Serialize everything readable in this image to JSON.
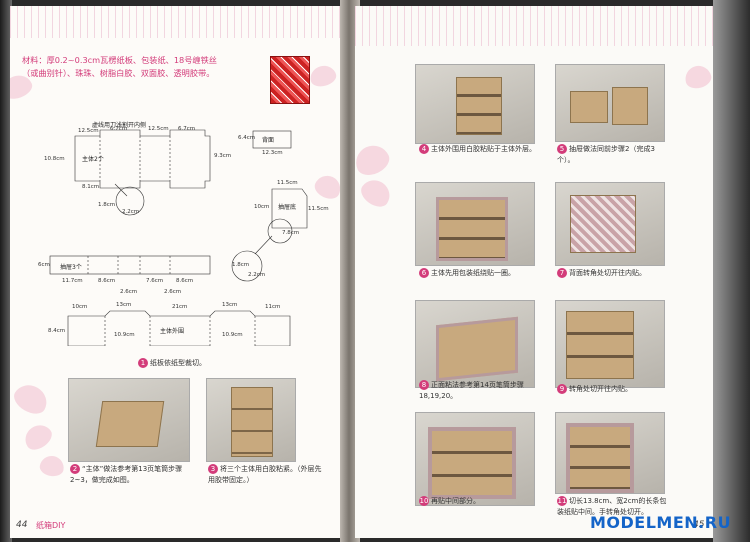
{
  "left_page": {
    "materials": "材料：厚0.2~0.3cm瓦楞纸板、包装纸、18号缠铁丝（或曲别针）、珠珠、树脂白胶、双面胶、透明胶带。",
    "template_main_title": "虚线用刀浅割开内侧",
    "dims_top": [
      "12.5cm",
      "6.7cm",
      "12.5cm",
      "6.7cm"
    ],
    "dim_left_height": "10.8cm",
    "dim_right_height": "9.3cm",
    "dim_bottom": "8.1cm",
    "label_main2": "主体2个",
    "zoom_dims": [
      "1.8cm",
      "2.2cm"
    ],
    "back_panel": {
      "label": "背面",
      "width": "12.3cm",
      "height": "6.4cm"
    },
    "drawer_bottom": {
      "label": "抽屉底",
      "width": "11.5cm",
      "height_left": "10cm",
      "height_right": "11.5cm",
      "bottom": "7.8cm",
      "zoom": [
        "1.8cm",
        "2.2cm"
      ]
    },
    "drawer3": {
      "label": "抽屉3个",
      "height": "6cm",
      "dims_bottom": [
        "11.7cm",
        "8.6cm",
        "7.6cm",
        "8.6cm"
      ],
      "dims_lower": [
        "2.6cm",
        "2.6cm"
      ]
    },
    "shell": {
      "label": "主体外围",
      "dims_top": [
        "10cm",
        "13cm",
        "21cm",
        "13cm",
        "11cm"
      ],
      "height_left": "8.4cm",
      "inner_heights": [
        "10.9cm",
        "10.9cm"
      ]
    },
    "step1": {
      "num": "1",
      "text": "纸板依纸型裁切。"
    },
    "step2": {
      "num": "2",
      "text": "“主体”做法参考第13页笔筒步骤2~3，做完成如图。"
    },
    "step3": {
      "num": "3",
      "text": "将三个主体用白胶粘紧。（外层先用胶带固定。）"
    },
    "page_number": "44",
    "section": "纸箱DIY"
  },
  "right_page": {
    "steps": [
      {
        "num": "4",
        "text": "主体外围用白胶粘贴于主体外层。"
      },
      {
        "num": "5",
        "text": "抽屉做法同前步骤2（完成3个）。"
      },
      {
        "num": "6",
        "text": "主体先用包装纸绕贴一圈。"
      },
      {
        "num": "7",
        "text": "背面转角处切开往内贴。"
      },
      {
        "num": "8",
        "text": "正面粘法参考第14页笔筒步骤18,19,20。"
      },
      {
        "num": "9",
        "text": "转角处切开往内贴。"
      },
      {
        "num": "10",
        "text": "再贴中间部分。"
      },
      {
        "num": "11",
        "text": "切长13.8cm、宽2cm的长条包装纸贴中间。手转角处切开。"
      }
    ],
    "page_number": "45"
  },
  "watermark": "MODELMEN.RU",
  "colors": {
    "accent": "#d33c7a",
    "petal": "#f3c6d4",
    "watermark": "#1464c8"
  }
}
